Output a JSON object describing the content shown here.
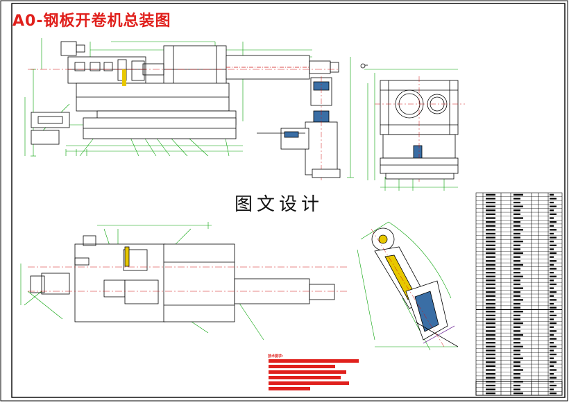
{
  "drawing": {
    "title": "A0-钢板开卷机总装图",
    "watermark": "图文设计"
  },
  "colors": {
    "title_red": "#e0201c",
    "line_green": "#00a000",
    "part_black": "#000000",
    "hatch_yellow": "#e8c800",
    "hatch_blue": "#3a6ea5",
    "note_red": "#e0201c",
    "center_red": "#d01010",
    "purple": "#7a3aa0"
  },
  "views": [
    {
      "name": "front-elevation"
    },
    {
      "name": "side-elevation"
    },
    {
      "name": "plan-view"
    },
    {
      "name": "inclined-section-view"
    }
  ],
  "parts_list": {
    "row_count": 52
  },
  "technical_requirements": {
    "heading": "技术要求:",
    "line_count": 6
  }
}
